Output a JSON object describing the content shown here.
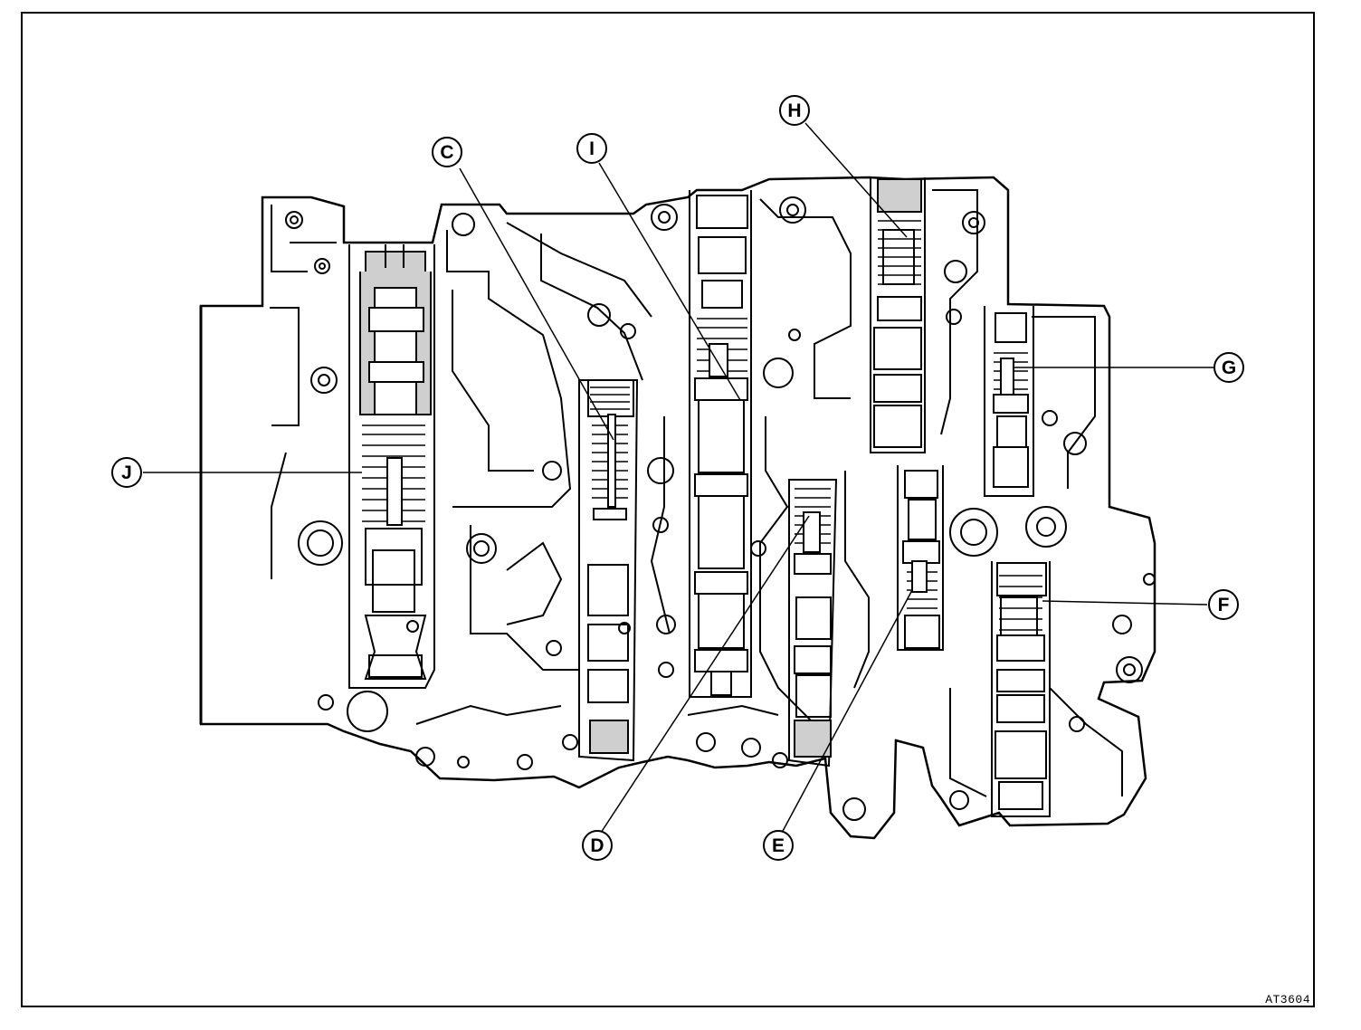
{
  "figure": {
    "id": "AT3604",
    "callouts": [
      "C",
      "I",
      "H",
      "G",
      "J",
      "F",
      "D",
      "E"
    ]
  },
  "colors": {
    "line": "#000000",
    "background": "#ffffff"
  }
}
